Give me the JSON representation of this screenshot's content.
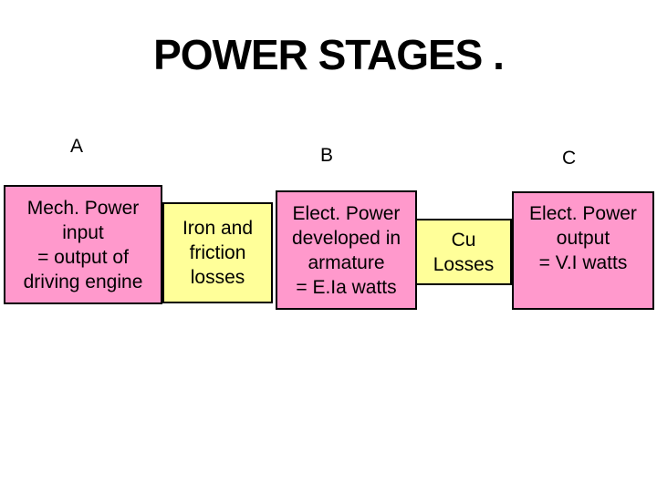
{
  "slide": {
    "title": "POWER STAGES .",
    "stage_labels": {
      "a": "A",
      "b": "B",
      "c": "C"
    },
    "boxes": [
      {
        "id": "mech-power-input",
        "color": "#FF99CC",
        "lines": [
          "Mech. Power",
          "input",
          "= output of",
          "driving engine"
        ]
      },
      {
        "id": "iron-friction-losses",
        "color": "#FFFF99",
        "lines": [
          "Iron and",
          "friction",
          "losses"
        ]
      },
      {
        "id": "elect-power-developed-in-armature",
        "color": "#FF99CC",
        "lines": [
          "Elect. Power",
          "developed in",
          "armature",
          "= E.Ia watts"
        ]
      },
      {
        "id": "cu-losses",
        "color": "#FFFF99",
        "lines": [
          "Cu",
          "Losses"
        ]
      },
      {
        "id": "elect-power-output",
        "color": "#FF99CC",
        "lines": [
          "Elect. Power",
          "output",
          "= V.I watts"
        ]
      }
    ],
    "colors": {
      "box_pink": "#FF99CC",
      "box_yellow": "#FFFF99",
      "border": "#000000",
      "text": "#000000",
      "background": "#FFFFFF"
    }
  }
}
